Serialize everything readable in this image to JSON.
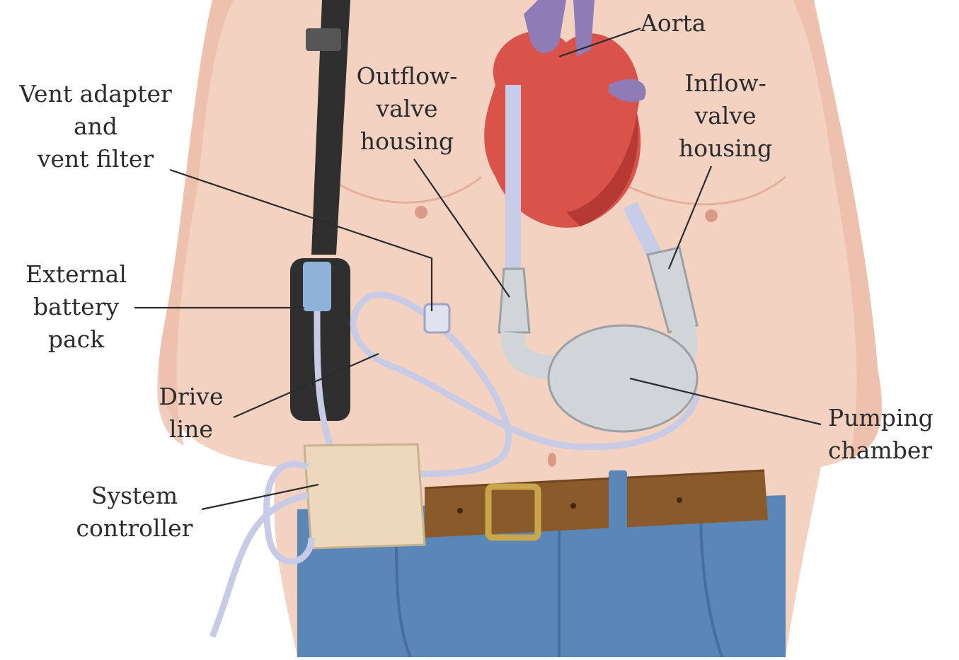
{
  "labels": {
    "aorta": [
      "Aorta"
    ],
    "vent": [
      "Vent adapter",
      "and",
      "vent filter"
    ],
    "outflow": [
      "Outflow-",
      "valve",
      "housing"
    ],
    "inflow": [
      "Inflow-",
      "valve",
      "housing"
    ],
    "battery": [
      "External",
      "battery",
      "pack"
    ],
    "drive": [
      "Drive",
      "line"
    ],
    "controller": [
      "System",
      "controller"
    ],
    "pump": [
      "Pumping",
      "chamber"
    ]
  },
  "colors": {
    "skin": "#f4d2c2",
    "skin_shadow": "#e9b9a4",
    "heart": "#d9534a",
    "heart_dark": "#b63a33",
    "vessel": "#8f7bb5",
    "tube": "#c8cbe6",
    "device": "#d2d5d8",
    "belt": "#8a5a2b",
    "buckle": "#c9a64a",
    "jeans": "#5b86b8",
    "controller_box": "#ecd8bd",
    "strap": "#2f2f2f",
    "leader": "#2b2b2b"
  }
}
